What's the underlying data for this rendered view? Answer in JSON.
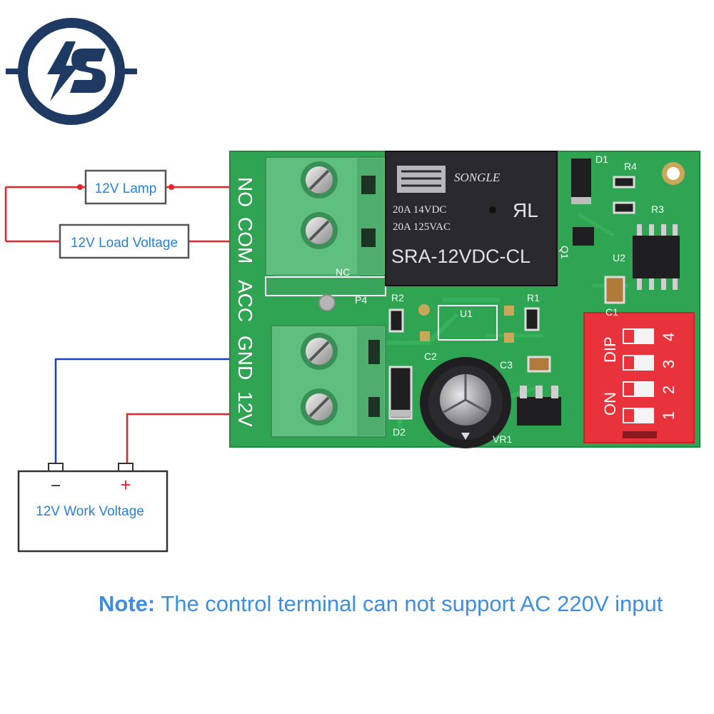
{
  "logo": {
    "text": "IS",
    "color": "#1e3a63"
  },
  "labels": {
    "lamp": "12V Lamp",
    "load_voltage": "12V Load Voltage",
    "work_voltage": "12V Work Voltage",
    "minus": "−",
    "plus": "+"
  },
  "terminals": {
    "no": "NO",
    "com": "COM",
    "acc": "ACC",
    "gnd": "GND",
    "v12": "12V"
  },
  "relay": {
    "brand": "SONGLE",
    "rating1": "20A 14VDC",
    "rating2": "20A 125VAC",
    "model": "SRA-12VDC-CL",
    "ul_mark": "ЯL"
  },
  "silkscreen": {
    "nc": "NC",
    "p4": "P4",
    "r1": "R1",
    "r2": "R2",
    "r3": "R3",
    "r4": "R4",
    "u1": "U1",
    "u2": "U2",
    "c1": "C1",
    "c2": "C2",
    "c3": "C3",
    "d1": "D1",
    "d2": "D2",
    "q1": "Q1",
    "vr1": "VR1"
  },
  "dip": {
    "title": "DIP",
    "on": "ON",
    "numbers": [
      "4",
      "3",
      "2",
      "1"
    ]
  },
  "note": {
    "prefix": "Note:",
    "text": " The control terminal can not support AC 220V input"
  },
  "colors": {
    "pcb": "#2fa452",
    "terminal_block": "#5fbf7e",
    "relay": "#2a2a2e",
    "dip": "#e8333c",
    "wire_red": "#e8232a",
    "wire_blue": "#1a3fbf",
    "note": "#3d8ee0"
  }
}
